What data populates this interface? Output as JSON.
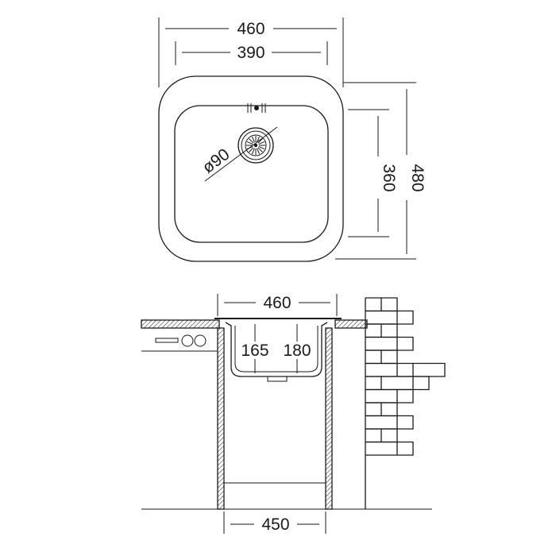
{
  "top_view": {
    "outer_width": "460",
    "bowl_width": "390",
    "outer_depth": "480",
    "bowl_depth": "360",
    "drain_diameter": "ø90"
  },
  "section_view": {
    "top_width": "460",
    "base_width": "450",
    "bowl_height_a": "165",
    "bowl_height_b": "180"
  }
}
